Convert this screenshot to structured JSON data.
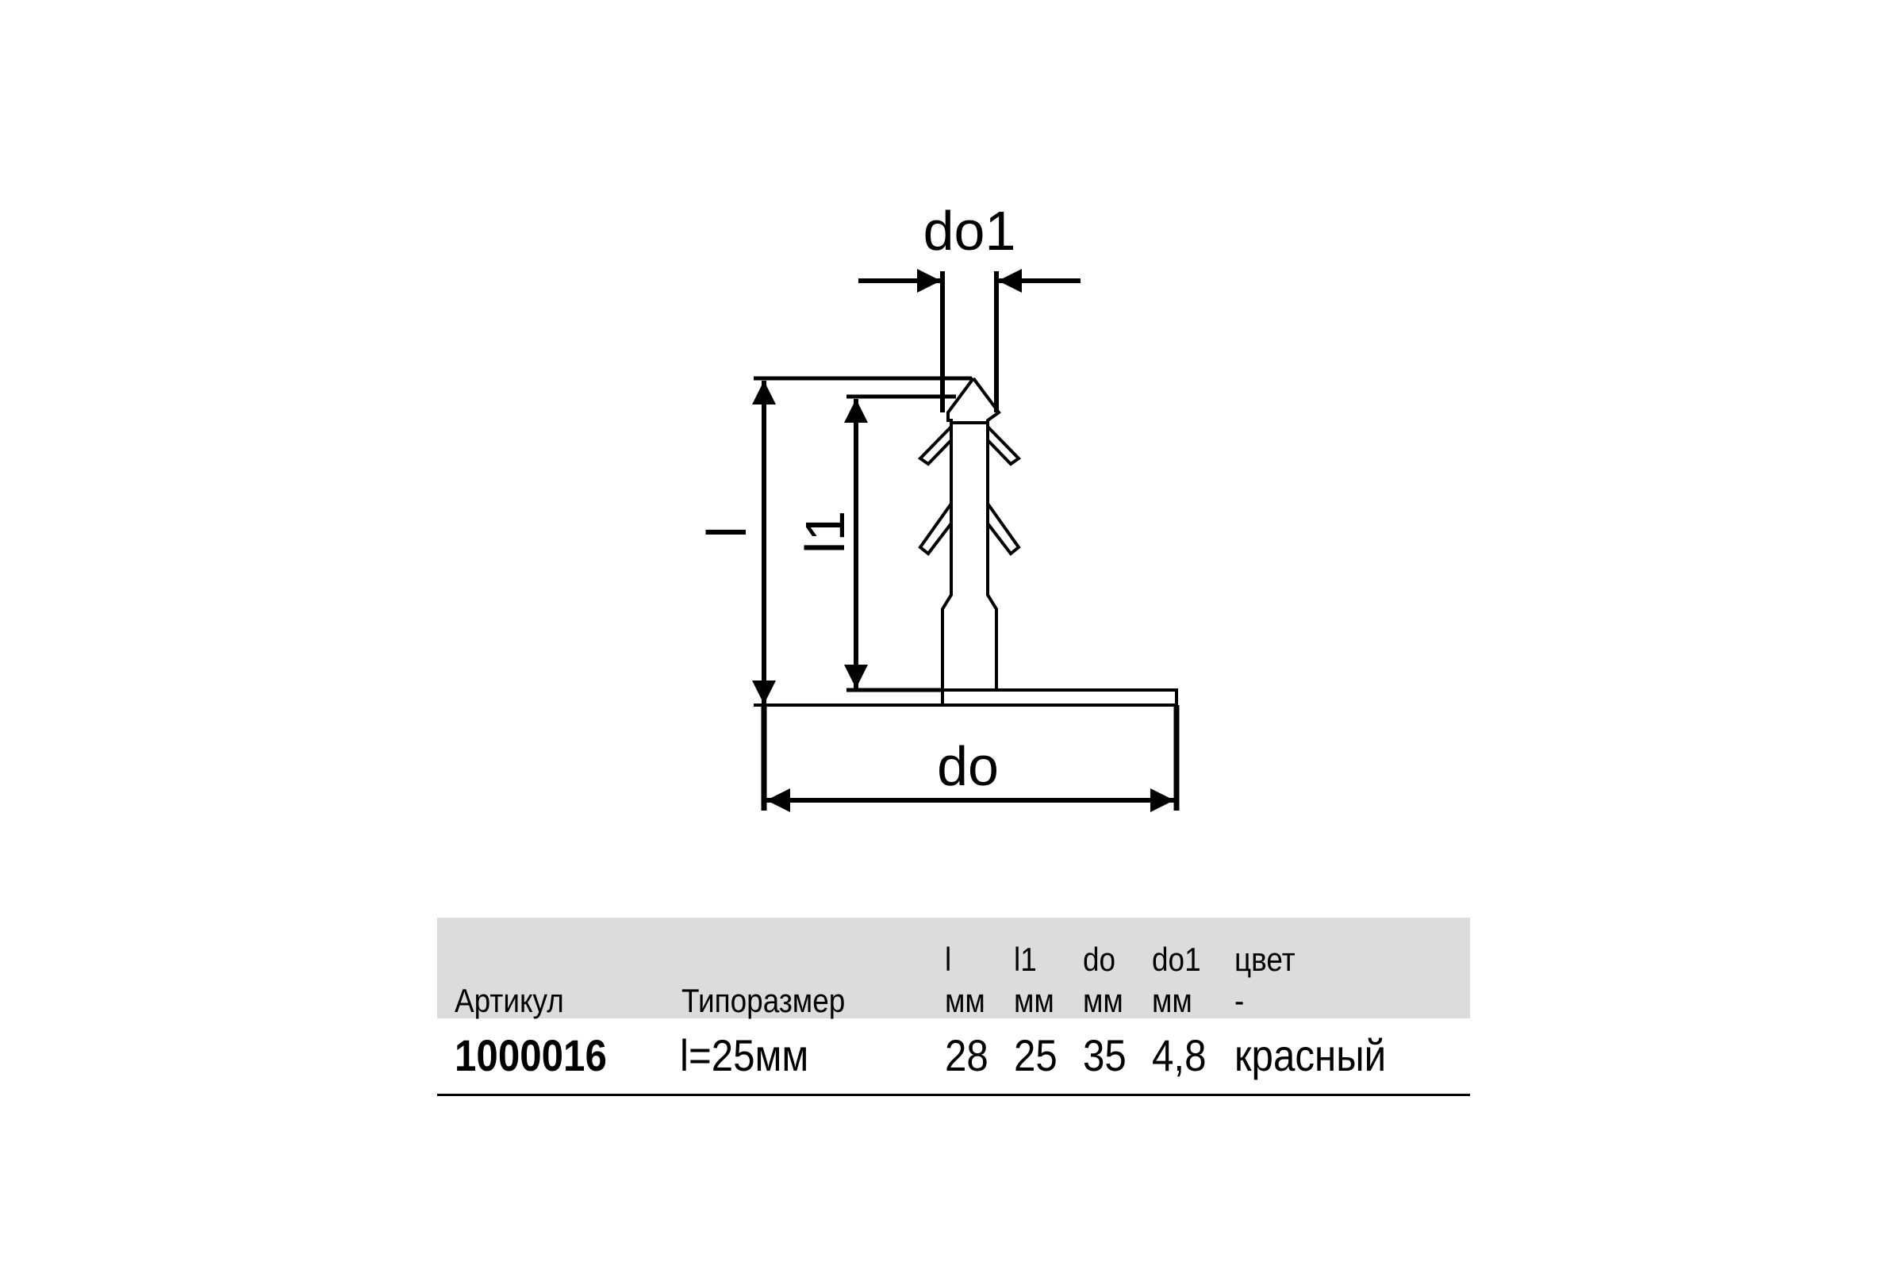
{
  "drawing": {
    "labels": {
      "do1": "do1",
      "do": "do",
      "l": "l",
      "l1": "l1"
    }
  },
  "table": {
    "headers": [
      {
        "top": "",
        "unit": "Артикул"
      },
      {
        "top": "",
        "unit": "Типоразмер"
      },
      {
        "top": "l",
        "unit": "мм"
      },
      {
        "top": "l1",
        "unit": "мм"
      },
      {
        "top": "do",
        "unit": "мм"
      },
      {
        "top": "do1",
        "unit": "мм"
      },
      {
        "top": "цвет",
        "unit": "-"
      }
    ],
    "rows": [
      [
        "1000016",
        "l=25мм",
        "28",
        "25",
        "35",
        "4,8",
        "красный"
      ]
    ]
  },
  "colors": {
    "header_bg": "#dcdcdc",
    "ink": "#000000"
  }
}
